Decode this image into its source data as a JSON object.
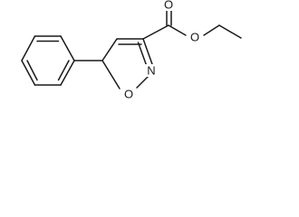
{
  "molecule": {
    "atom_labels": {
      "ring_nitrogen": "N",
      "ring_oxygen": "O",
      "carbonyl_oxygen": "O",
      "ester_oxygen": "O"
    }
  }
}
